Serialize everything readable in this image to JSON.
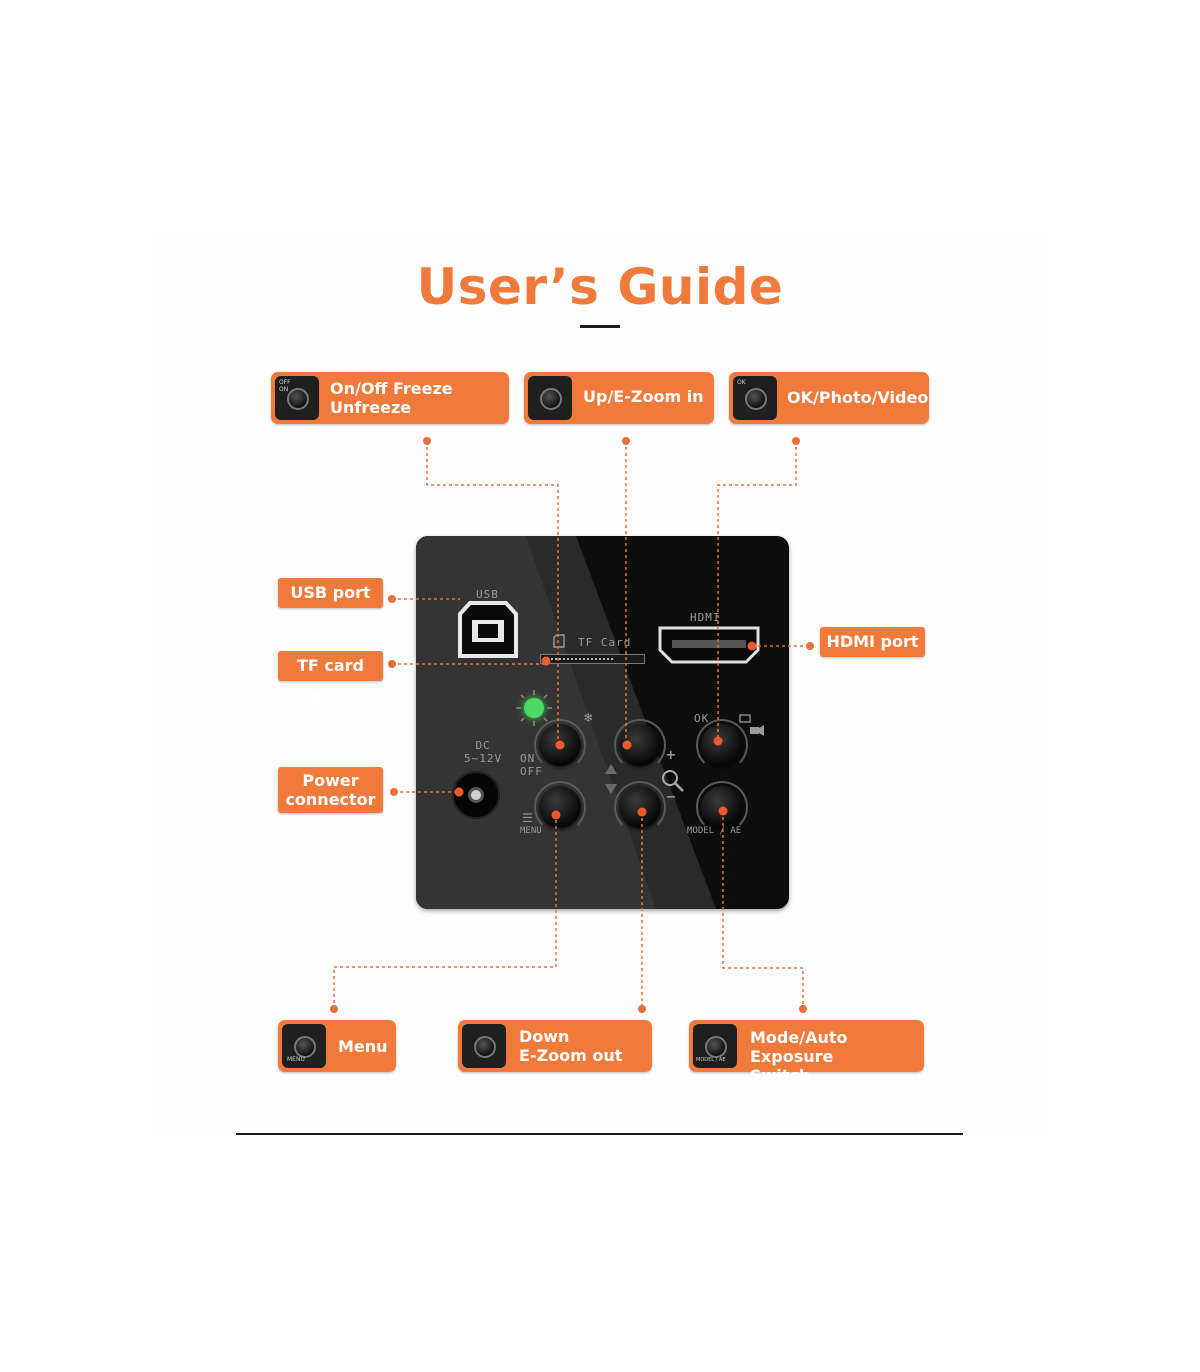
{
  "title": "User’s Guide",
  "colors": {
    "accent": "#ef7a3c",
    "device": "#0d0d0d",
    "led": "#4cd964"
  },
  "top_callouts": {
    "freeze": {
      "label": "On/Off Freeze\nUnfreeze",
      "thumb_text": "OFF\nON",
      "icon": "power-knob-icon"
    },
    "zoom_in": {
      "label": "Up/E-Zoom in",
      "icon": "up-zoom-knob-icon"
    },
    "ok": {
      "label": "OK/Photo/Video",
      "thumb_text": "OK",
      "icon": "ok-knob-icon"
    }
  },
  "side_callouts": {
    "usb": "USB port",
    "tf_card": "TF card plug",
    "power": "Power\nconnector",
    "hdmi": "HDMI port"
  },
  "bottom_callouts": {
    "menu": {
      "label": "Menu",
      "thumb_text": "MENU",
      "icon": "menu-knob-icon"
    },
    "zoom_out": {
      "label": "Down\nE-Zoom out",
      "icon": "down-zoom-knob-icon"
    },
    "mode": {
      "label": "Mode/Auto Exposure\nSwitch",
      "thumb_text": "MODEL / AE",
      "icon": "mode-knob-icon"
    }
  },
  "device": {
    "usb_label": "USB",
    "tf_label": "TF Card",
    "hdmi_label": "HDMI",
    "dc_label": "DC\n5~12V",
    "on_off_label": "ON\nOFF",
    "ok_label": "OK",
    "menu_label": "MENU",
    "mode_label": "MODEL / AE",
    "plus": "+",
    "minus": "−"
  }
}
